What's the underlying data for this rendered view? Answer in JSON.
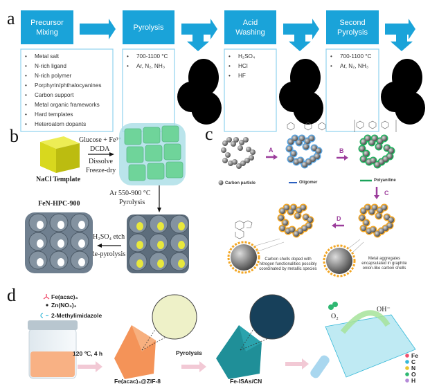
{
  "panel_a": {
    "label": "a",
    "steps": [
      {
        "title_lines": [
          "Precursor",
          "Mixing"
        ],
        "items": [
          "Metal salt",
          "N-rich ligand",
          "N-rich polymer",
          "Porphyrin/phthalocyanines",
          "Carbon support",
          "Metal organic frameworks",
          "Hard templates",
          "Heteroatom dopants"
        ]
      },
      {
        "title_lines": [
          "Pyrolysis"
        ],
        "items": [
          "700-1100 °C",
          "Ar, N₂, NH₃"
        ]
      },
      {
        "title_lines": [
          "Acid",
          "Washing"
        ],
        "items": [
          "H₂SO₄",
          "HCl",
          "HF"
        ]
      },
      {
        "title_lines": [
          "Second",
          "Pyrolysis"
        ],
        "items": [
          "700-1100 °C",
          "Ar, N₂, NH₃"
        ]
      }
    ],
    "accent": "#1aa3d9"
  },
  "panel_b": {
    "label": "b",
    "template_label": "NaCl Template",
    "step1": [
      "Glucose + Fe³⁺",
      "DCDA",
      "Dissolve",
      "Freeze-dry"
    ],
    "step2": [
      "Ar 550-900 °C",
      "Pyrolysis"
    ],
    "step3": [
      "H₂SO₄ etch",
      "Re-pyrolysis"
    ],
    "product_label": "FeN-HPC-900"
  },
  "panel_c": {
    "label": "c",
    "arrows": [
      "A",
      "B",
      "C",
      "D"
    ],
    "legend": [
      "Carbon particle",
      "Oligomer",
      "Polyaniline"
    ],
    "caption_left": [
      "Carbon shells doped with",
      "nitrogen functionalities possibly",
      "coordinated by metallic species"
    ],
    "caption_right": [
      "Metal aggregates",
      "encapsulated in graphite",
      "onion-like carbon shells"
    ]
  },
  "panel_d": {
    "label": "d",
    "legend": [
      "Fe(acac)₃",
      "Zn(NO₃)₂",
      "2-Methylimidazole"
    ],
    "condition": "120 ℃, 4 h",
    "intermediate_label": "Fe(acac)₃@ZIF-8",
    "pyrolysis_label": "Pyrolysis",
    "product_label": "Fe-ISAs/CN",
    "reactant": "O₂",
    "product": "OH⁻",
    "elements": [
      {
        "symbol": "Fe",
        "color": "#f0506e"
      },
      {
        "symbol": "C",
        "color": "#35b8d8"
      },
      {
        "symbol": "N",
        "color": "#e8c530"
      },
      {
        "symbol": "O",
        "color": "#2fb872"
      },
      {
        "symbol": "H",
        "color": "#b58ad8"
      }
    ]
  }
}
